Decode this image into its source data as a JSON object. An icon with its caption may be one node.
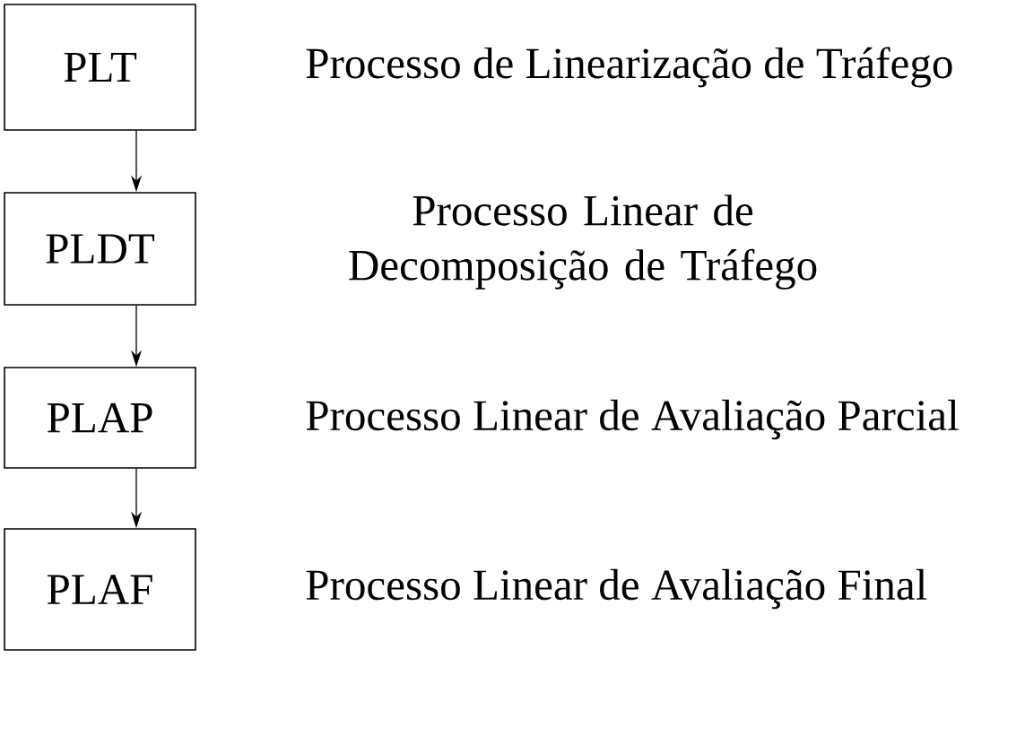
{
  "diagram": {
    "nodes": [
      {
        "text": [
          "PLT"
        ],
        "beside": [
          "Processo de Linearização de Tráfego"
        ]
      },
      {
        "text": [
          "PLDT"
        ],
        "beside": [
          "Processo Linear de Decomposição de Tráfego"
        ]
      },
      {
        "text": [
          "PLAP"
        ],
        "beside": [
          "Processo Linear de Avaliação Parcial"
        ]
      },
      {
        "text": [
          "PLAF"
        ],
        "beside": [
          "Processo Linear de Avaliação Final"
        ]
      }
    ],
    "edges": [
      {
        "from": 0,
        "to": 1,
        "arrow": "to"
      },
      {
        "from": 1,
        "to": 2,
        "arrow": "to"
      },
      {
        "from": 2,
        "to": 3,
        "arrow": "to"
      }
    ]
  }
}
